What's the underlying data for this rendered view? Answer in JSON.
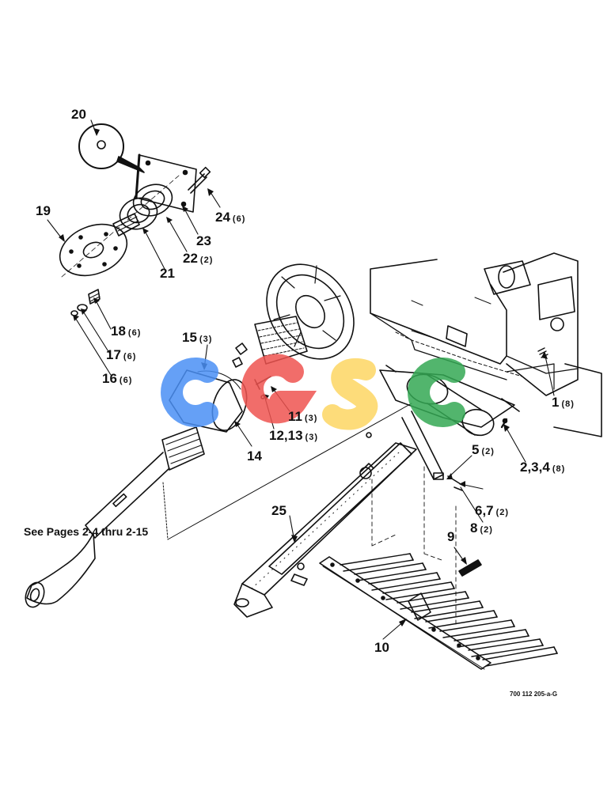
{
  "diagram": {
    "callouts": [
      {
        "id": "c20",
        "num": "20",
        "qty": ""
      },
      {
        "id": "c19",
        "num": "19",
        "qty": ""
      },
      {
        "id": "c24",
        "num": "24",
        "qty": "(6)"
      },
      {
        "id": "c23",
        "num": "23",
        "qty": ""
      },
      {
        "id": "c22",
        "num": "22",
        "qty": "(2)"
      },
      {
        "id": "c21",
        "num": "21",
        "qty": ""
      },
      {
        "id": "c18",
        "num": "18",
        "qty": "(6)"
      },
      {
        "id": "c17",
        "num": "17",
        "qty": "(6)"
      },
      {
        "id": "c16",
        "num": "16",
        "qty": "(6)"
      },
      {
        "id": "c15",
        "num": "15",
        "qty": "(3)"
      },
      {
        "id": "c11",
        "num": "11",
        "qty": "(3)"
      },
      {
        "id": "c1213",
        "num": "12,13",
        "qty": "(3)"
      },
      {
        "id": "c14",
        "num": "14",
        "qty": ""
      },
      {
        "id": "c1",
        "num": "1",
        "qty": "(8)"
      },
      {
        "id": "c234",
        "num": "2,3,4",
        "qty": "(8)"
      },
      {
        "id": "c5",
        "num": "5",
        "qty": "(2)"
      },
      {
        "id": "c67",
        "num": "6,7",
        "qty": "(2)"
      },
      {
        "id": "c8",
        "num": "8",
        "qty": "(2)"
      },
      {
        "id": "c25",
        "num": "25",
        "qty": ""
      },
      {
        "id": "c9",
        "num": "9",
        "qty": ""
      },
      {
        "id": "c10",
        "num": "10",
        "qty": ""
      }
    ],
    "note": "See Pages 2-4 thru 2-15",
    "drawing_id": "700 112 205-a-G"
  },
  "watermark": {
    "text": "CGSC",
    "colors": [
      "#4a8ff5",
      "#ef5350",
      "#fdd663",
      "#34a853"
    ]
  }
}
